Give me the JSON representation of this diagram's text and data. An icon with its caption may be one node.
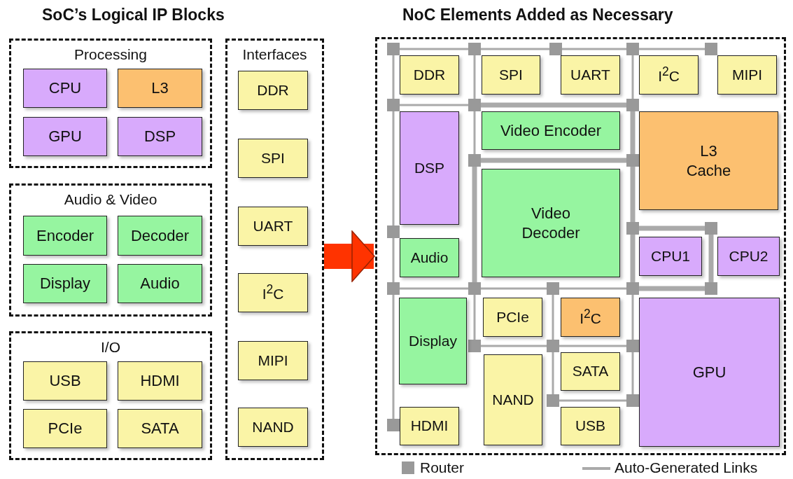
{
  "diagram": {
    "nodes": [
      {
        "text": [
          "Processing"
        ]
      },
      {
        "text": [
          "CPU"
        ],
        "in": 0
      },
      {
        "text": [
          "L3"
        ],
        "in": 0
      },
      {
        "text": [
          "GPU"
        ],
        "in": 0
      },
      {
        "text": [
          "DSP"
        ],
        "in": 0
      },
      {
        "text": [
          "Audio & Video"
        ]
      },
      {
        "text": [
          "Encoder"
        ],
        "in": 5
      },
      {
        "text": [
          "Decoder"
        ],
        "in": 5
      },
      {
        "text": [
          "Display"
        ],
        "in": 5
      },
      {
        "text": [
          "Audio"
        ],
        "in": 5
      },
      {
        "text": [
          "I/O"
        ]
      },
      {
        "text": [
          "USB"
        ],
        "in": 10
      },
      {
        "text": [
          "HDMI"
        ],
        "in": 10
      },
      {
        "text": [
          "PCIe"
        ],
        "in": 10
      },
      {
        "text": [
          "SATA"
        ],
        "in": 10
      },
      {
        "text": [
          "Interfaces"
        ]
      },
      {
        "text": [
          "DDR"
        ],
        "in": 15
      },
      {
        "text": [
          "SPI"
        ],
        "in": 15
      },
      {
        "text": [
          "UART"
        ],
        "in": 15
      },
      {
        "text": [
          "I$^{2}$C"
        ],
        "in": 15
      },
      {
        "text": [
          "MIPI"
        ],
        "in": 15
      },
      {
        "text": [
          "NAND"
        ],
        "in": 15
      },
      {
        "text": [],
        "shape": "box"
      },
      {
        "text": [
          "DDR"
        ],
        "in": 22
      },
      {
        "text": [
          "SPI"
        ],
        "in": 22
      },
      {
        "text": [
          "UART"
        ],
        "in": 22
      },
      {
        "text": [
          "I$^{2}$C"
        ],
        "in": 22
      },
      {
        "text": [
          "MIPI"
        ],
        "in": 22
      },
      {
        "text": [
          "DSP"
        ],
        "in": 22
      },
      {
        "text": [
          "Video Encoder"
        ],
        "in": 22
      },
      {
        "text": [
          "L3 Cache"
        ],
        "in": 22
      },
      {
        "text": [
          "Video Decoder"
        ],
        "in": 22
      },
      {
        "text": [
          "Audio"
        ],
        "in": 22
      },
      {
        "text": [
          "CPU1"
        ],
        "in": 22
      },
      {
        "text": [
          "CPU2"
        ],
        "in": 22
      },
      {
        "text": [
          "Display"
        ],
        "in": 22
      },
      {
        "text": [
          "PCIe"
        ],
        "in": 22
      },
      {
        "text": [
          "I$^{2}$C"
        ],
        "in": 22
      },
      {
        "text": [
          "GPU"
        ],
        "in": 22
      },
      {
        "text": [
          "SATA"
        ],
        "in": 22
      },
      {
        "text": [
          "NAND"
        ],
        "in": 22
      },
      {
        "text": [
          "HDMI"
        ],
        "in": 22
      },
      {
        "text": [
          "USB"
        ],
        "in": 22
      }
    ],
    "edges": [
      {
        "from": 15,
        "to": 22,
        "arrow": "to"
      }
    ],
    "labels": [
      "SoC’s Logical IP Blocks",
      "NoC Elements Added as Necessary"
    ],
    "legend": [
      {
        "text": "Router",
        "color": "#999999"
      },
      {
        "text": "Auto-Generated Links"
      }
    ]
  }
}
